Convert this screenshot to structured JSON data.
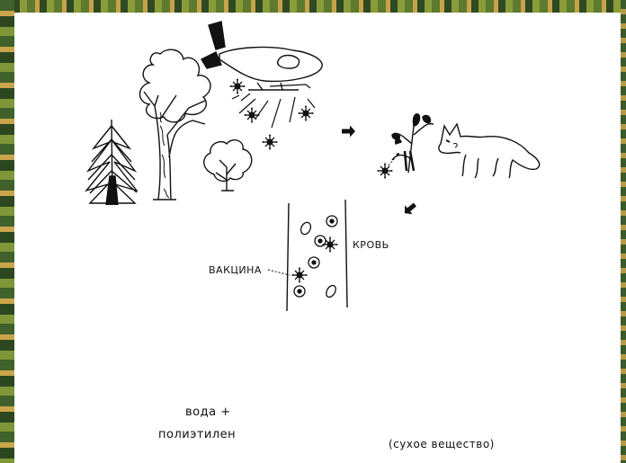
{
  "labels": {
    "blood": "КРОВЬ",
    "vaccine": "ВАКЦИНА",
    "water_plus": "вода +",
    "polyethylene": "полиэтилен",
    "dry_substance": "(сухое вещество)"
  },
  "colors": {
    "ink": "#111111",
    "paper": "#ffffff",
    "forest_green": "#3f5a2c",
    "forest_gold": "#c7a24a"
  },
  "icons": {
    "virus": "virus-icon",
    "arrow": "arrow-icon",
    "helicopter": "helicopter-icon"
  }
}
